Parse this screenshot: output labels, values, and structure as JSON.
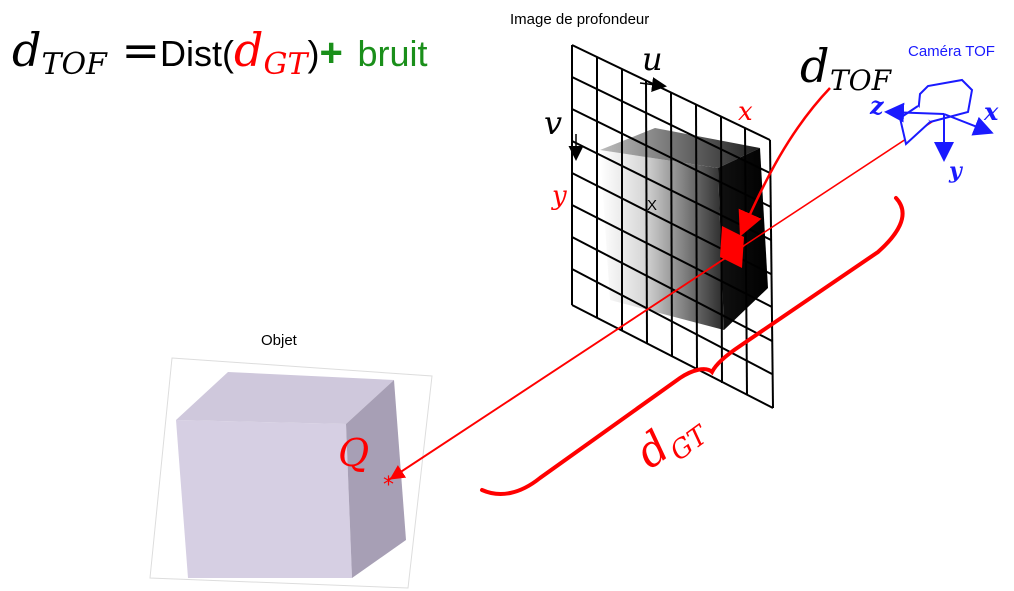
{
  "equation": {
    "lhs": "d",
    "lhs_sub": "TOF",
    "equals": "=",
    "func": "Dist(",
    "arg": "d",
    "arg_sub": "GT",
    "close": ")",
    "plus": "+",
    "noise": "bruit"
  },
  "labels": {
    "depth_image": "Image de profondeur",
    "object": "Objet",
    "camera": "Caméra TOF",
    "u": "u",
    "v": "v",
    "x_image": "x",
    "y_image": "y",
    "center_mark": "X",
    "d_tof": "d",
    "d_tof_sub": "TOF",
    "d_gt": "d",
    "d_gt_sub": "GT",
    "q_point": "Q",
    "q_marker": "*",
    "cam_z": "z",
    "cam_x": "x",
    "cam_y": "y"
  },
  "colors": {
    "red": "#ff0000",
    "green": "#1a8f1a",
    "blue": "#1a1aff",
    "black": "#000000",
    "cube_face": "#d6cfe3",
    "cube_side": "#a79fb5"
  }
}
